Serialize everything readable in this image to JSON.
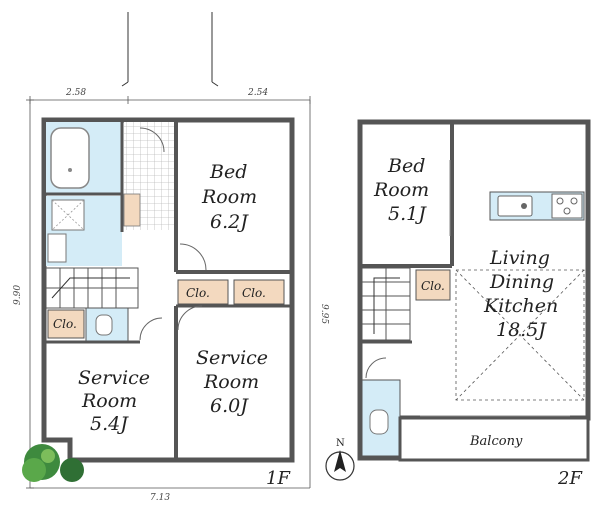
{
  "floor1": {
    "label": "1F",
    "dims": {
      "top_left": "2.58",
      "top_right": "2.54",
      "left": "9.90",
      "right": "9.95",
      "bottom": "7.13"
    },
    "rooms": {
      "bed": {
        "name": [
          "Bed",
          "Room"
        ],
        "size": "6.2J"
      },
      "service_left": {
        "name": [
          "Service",
          "Room"
        ],
        "size": "5.4J"
      },
      "service_right": {
        "name": [
          "Service",
          "Room"
        ],
        "size": "6.0J"
      }
    },
    "closet_label": "Clo."
  },
  "floor2": {
    "label": "2F",
    "rooms": {
      "bed": {
        "name": [
          "Bed",
          "Room"
        ],
        "size": "5.1J"
      },
      "ldk": {
        "name": [
          "Living",
          "Dining",
          "Kitchen"
        ],
        "size": "18.5J"
      }
    },
    "closet_label": "Clo.",
    "balcony": "Balcony"
  },
  "compass": {
    "north": "N"
  },
  "colors": {
    "wall": "#555555",
    "bath_blue": "#d4ecf7",
    "closet_beige": "#f3d9bf",
    "bush_dark": "#3e8a3e",
    "bush_light": "#7cbd5b"
  }
}
